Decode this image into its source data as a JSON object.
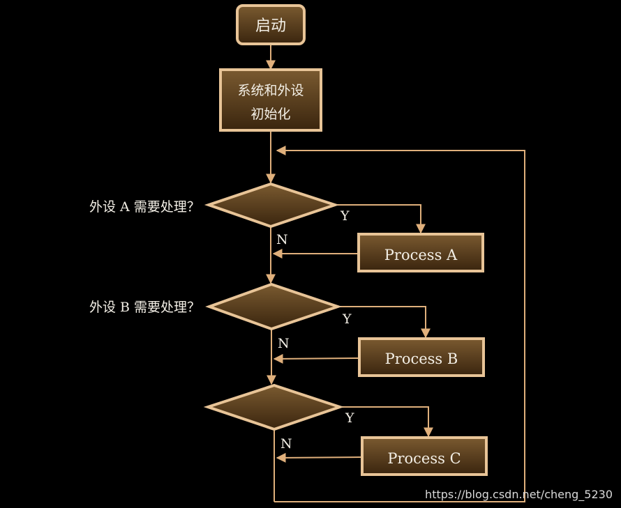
{
  "colors": {
    "background": "#000000",
    "node_fill_top": "#7a5a30",
    "node_fill_bottom": "#3a250e",
    "node_stroke": "#e8c497",
    "connector": "#e0b07c",
    "text": "#f3efe6",
    "watermark": "#d9d9d9"
  },
  "nodes": {
    "start": {
      "label": "启动"
    },
    "init": {
      "line1": "系统和外设",
      "line2": "初始化"
    },
    "decision_a": {
      "question": "外设 A 需要处理？"
    },
    "decision_b": {
      "question": "外设 B 需要处理？"
    },
    "decision_c": {
      "question": ""
    },
    "process_a": {
      "label": "Process A"
    },
    "process_b": {
      "label": "Process B"
    },
    "process_c": {
      "label": "Process C"
    }
  },
  "branch_labels": {
    "a_yes": "Y",
    "a_no": "N",
    "b_yes": "Y",
    "b_no": "N",
    "c_yes": "Y",
    "c_no": "N"
  },
  "watermark": "https://blog.csdn.net/cheng_5230"
}
